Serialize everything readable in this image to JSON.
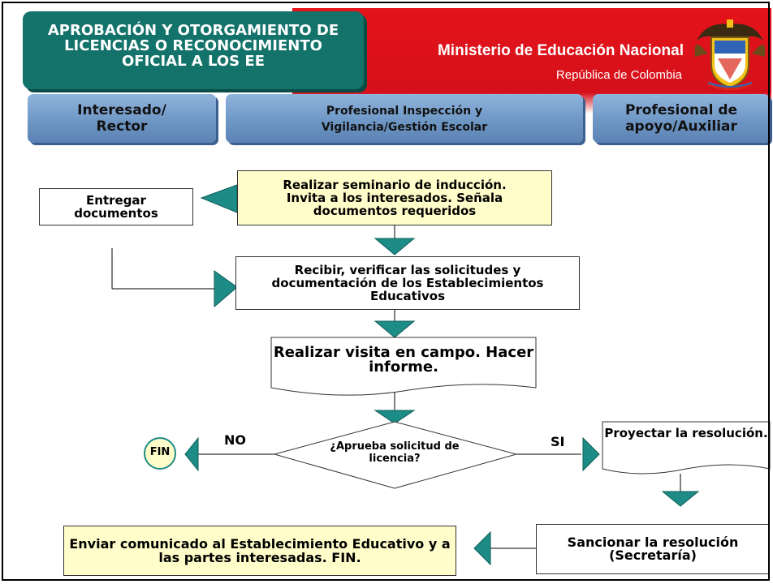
{
  "header": {
    "title": "APROBACIÓN Y OTORGAMIENTO DE LICENCIAS O RECONOCIMIENTO OFICIAL A LOS EE",
    "ministry": "Ministerio de Educación Nacional",
    "republic": "República de Colombia"
  },
  "lanes": [
    {
      "label": "Interesado/ Rector"
    },
    {
      "label": "Profesional Inspección y Vigilancia/Gestión Escolar"
    },
    {
      "label": "Profesional de apoyo/Auxiliar"
    }
  ],
  "nodes": {
    "seminar": "Realizar seminario de inducción. Invita a los interesados. Señala documentos requeridos",
    "deliver": "Entregar documentos",
    "receive": "Recibir, verificar las solicitudes y documentación de los Establecimientos Educativos",
    "visit": "Realizar visita en campo. Hacer informe.",
    "decision": "¿Aprueba solicitud de licencia?",
    "project": "Proyectar la resolución.",
    "sanction": "Sancionar la resolución (Secretaría)",
    "send": "Enviar comunicado al Establecimiento Educativo y a las partes interesadas. FIN.",
    "end": "FIN"
  },
  "edges": {
    "no": "NO",
    "yes": "SI"
  },
  "colors": {
    "arrow": "#1e8c86",
    "title_bg": "#13726a",
    "header_red": "#e5131a",
    "lane": "#6f97c5",
    "yellow_box": "#fffdc9"
  }
}
